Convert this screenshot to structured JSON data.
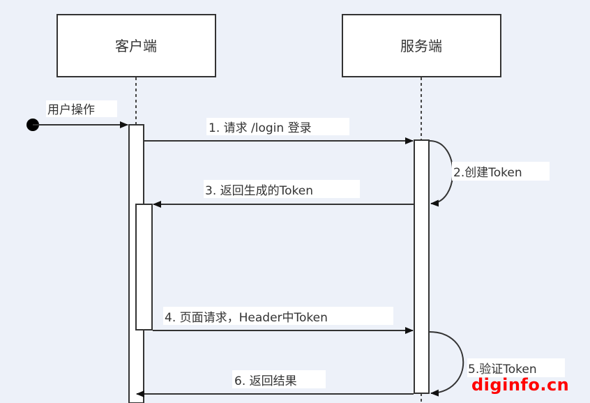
{
  "participants": [
    {
      "id": "client",
      "label": "客户端"
    },
    {
      "id": "server",
      "label": "服务端"
    }
  ],
  "initial_action": {
    "label": "用户操作"
  },
  "messages": [
    {
      "step": 1,
      "label": "1. 请求 /login 登录",
      "from": "client",
      "to": "server",
      "kind": "sync"
    },
    {
      "step": 2,
      "label": "2.创建Token",
      "from": "server",
      "to": "server",
      "kind": "self"
    },
    {
      "step": 3,
      "label": "3. 返回生成的Token",
      "from": "server",
      "to": "client",
      "kind": "return"
    },
    {
      "step": 4,
      "label": "4. 页面请求，Header中Token",
      "from": "client",
      "to": "server",
      "kind": "sync"
    },
    {
      "step": 5,
      "label": "5.验证Token",
      "from": "server",
      "to": "server",
      "kind": "self"
    },
    {
      "step": 6,
      "label": "6. 返回结果",
      "from": "server",
      "to": "client",
      "kind": "return"
    }
  ],
  "watermark": "diginfo.cn",
  "colors": {
    "background": "#edf1f9",
    "line": "#333333",
    "box": "#ffffff",
    "watermark": "#ff0000"
  }
}
